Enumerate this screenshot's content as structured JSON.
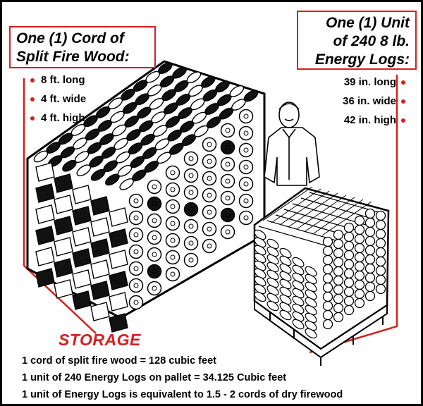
{
  "cord": {
    "title_line1": "One (1) Cord of",
    "title_line2": "Split Fire Wood:",
    "specs": [
      "8 ft. long",
      "4 ft. wide",
      "4 ft. high"
    ]
  },
  "unit": {
    "title_line1": "One (1) Unit",
    "title_line2": "of 240 8 lb.",
    "title_line3": "Energy Logs:",
    "specs": [
      "39 in. long",
      "36 in. wide",
      "42 in. high"
    ]
  },
  "storage": {
    "title": "STORAGE",
    "lines": [
      "1 cord of split fire wood = 128 cubic feet",
      "1 unit of 240 Energy Logs on pallet = 34.125 Cubic feet",
      "1 unit of Energy Logs is equivalent to 1.5 - 2 cords of dry firewood"
    ]
  },
  "colors": {
    "accent": "#d4201f",
    "ink": "#000000",
    "background": "#ffffff"
  },
  "icons": [
    "woodpile-illustration",
    "person-illustration",
    "energy-log-pallet-illustration"
  ]
}
